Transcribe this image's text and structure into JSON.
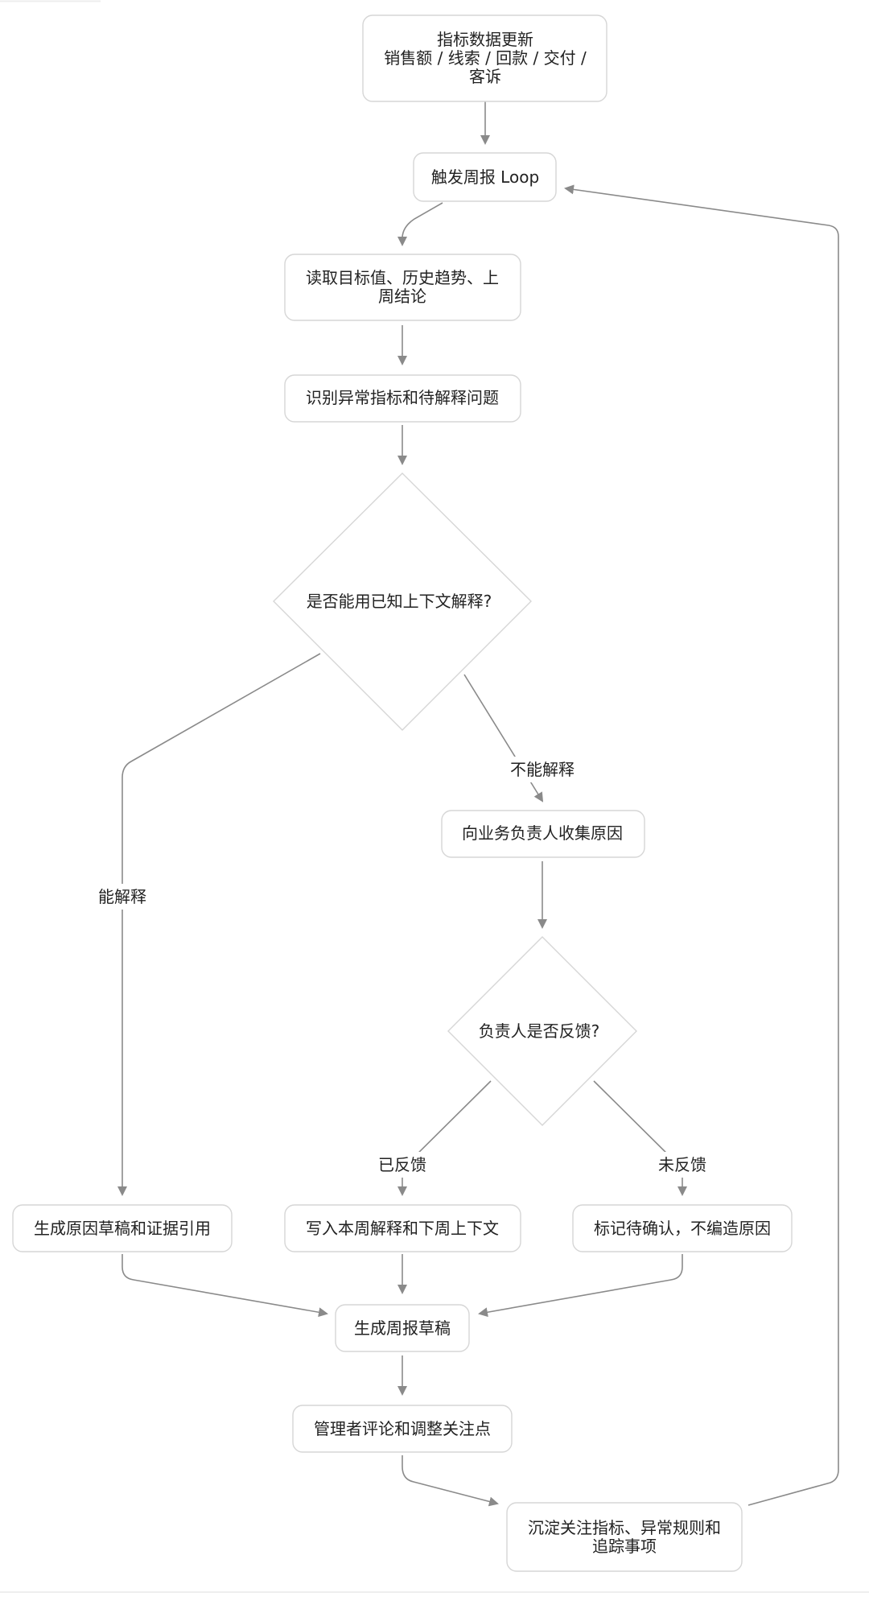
{
  "nodes": {
    "data_update": {
      "line1": "指标数据更新",
      "line2": "销售额 / 线索 / 回款 / 交付 /",
      "line3": "客诉"
    },
    "trigger": "触发周报 Loop",
    "read_context": {
      "line1": "读取目标值、历史趋势、上",
      "line2": "周结论"
    },
    "identify": "识别异常指标和待解释问题",
    "decision_explain": "是否能用已知上下文解释?",
    "collect_reason": "向业务负责人收集原因",
    "decision_feedback": "负责人是否反馈?",
    "draft_reason": "生成原因草稿和证据引用",
    "write_context": "写入本周解释和下周上下文",
    "mark_pending": "标记待确认，不编造原因",
    "draft_report": "生成周报草稿",
    "manager_review": "管理者评论和调整关注点",
    "sediment": {
      "line1": "沉淀关注指标、异常规则和",
      "line2": "追踪事项"
    }
  },
  "edge_labels": {
    "can_explain": "能解释",
    "cannot_explain": "不能解释",
    "fed_back": "已反馈",
    "not_fed_back": "未反馈"
  }
}
